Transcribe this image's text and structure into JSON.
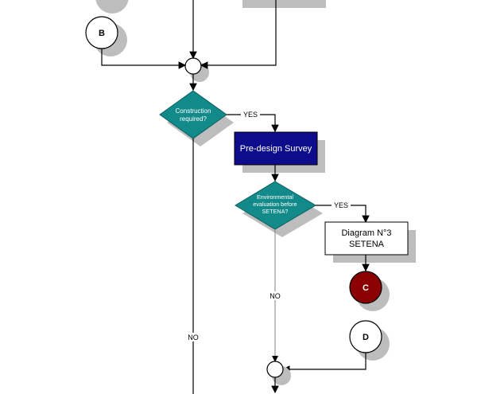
{
  "connectors": {
    "b": "B",
    "c": "C",
    "d": "D"
  },
  "decisions": {
    "construction_line1": "Construction",
    "construction_line2": "required?",
    "environmental_line1": "Environmental",
    "environmental_line2": "evaluation before",
    "environmental_line3": "SETENA?"
  },
  "processes": {
    "predesign_survey": "Pre-design Survey",
    "diagram3_line1": "Diagram N°3",
    "diagram3_line2": "SETENA"
  },
  "edge_labels": {
    "yes_construction": "YES",
    "yes_environmental": "YES",
    "no_environmental": "NO",
    "no_construction": "NO"
  },
  "colors": {
    "decision_fill": "#138a8a",
    "predesign_fill": "#0d0d8c",
    "connector_c_fill": "#8b0000",
    "shadow": "#bdbdbd"
  }
}
